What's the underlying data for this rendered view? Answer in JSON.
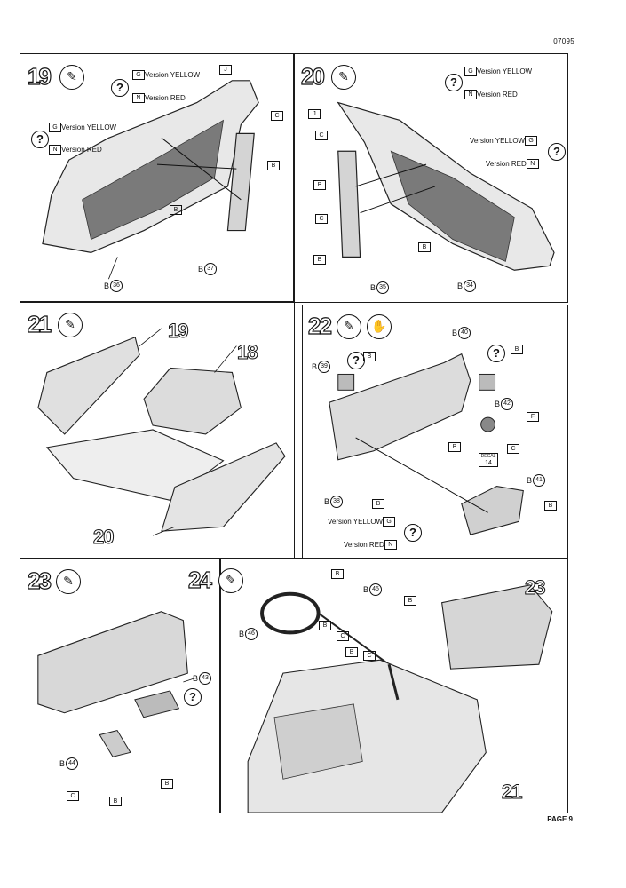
{
  "header": {
    "code": "07095"
  },
  "footer": {
    "page": "PAGE 9"
  },
  "steps": {
    "s19": {
      "number": "19",
      "version_g": "Version YELLOW",
      "version_n": "Version RED",
      "version_g2": "Version YELLOW",
      "version_n2": "Version RED",
      "box_g": "G",
      "box_n": "N",
      "box_j": "J",
      "box_c": "C",
      "box_b": "B",
      "part36": "36",
      "part37": "37",
      "letter_b": "B"
    },
    "s20": {
      "number": "20",
      "version_g": "Version YELLOW",
      "version_n": "Version RED",
      "version_g2": "Version YELLOW",
      "version_n2": "Version RED",
      "box_g": "G",
      "box_n": "N",
      "box_j": "J",
      "box_c": "C",
      "box_b": "B",
      "part35": "35",
      "part34": "34",
      "letter_b": "B"
    },
    "s21": {
      "number": "21",
      "ref19": "19",
      "ref18": "18",
      "ref20": "20"
    },
    "s22": {
      "number": "22",
      "part39": "39",
      "part40": "40",
      "part42": "42",
      "part38": "38",
      "part41": "41",
      "box_b": "B",
      "box_f": "F",
      "box_c": "C",
      "decal_label": "DECAL",
      "decal_num": "14",
      "version_g": "Version YELLOW",
      "version_n": "Version RED",
      "box_g": "G",
      "box_n": "N",
      "letter_b": "B"
    },
    "s23": {
      "number": "23",
      "part43": "43",
      "part44": "44",
      "box_b": "B",
      "box_c": "C",
      "letter_b": "B"
    },
    "s24": {
      "number": "24",
      "part45": "45",
      "part46": "46",
      "box_b": "B",
      "box_c": "C",
      "ref23": "23",
      "ref21": "21",
      "letter_b": "B"
    }
  },
  "symbols": {
    "question": "?",
    "arrow": "<"
  }
}
